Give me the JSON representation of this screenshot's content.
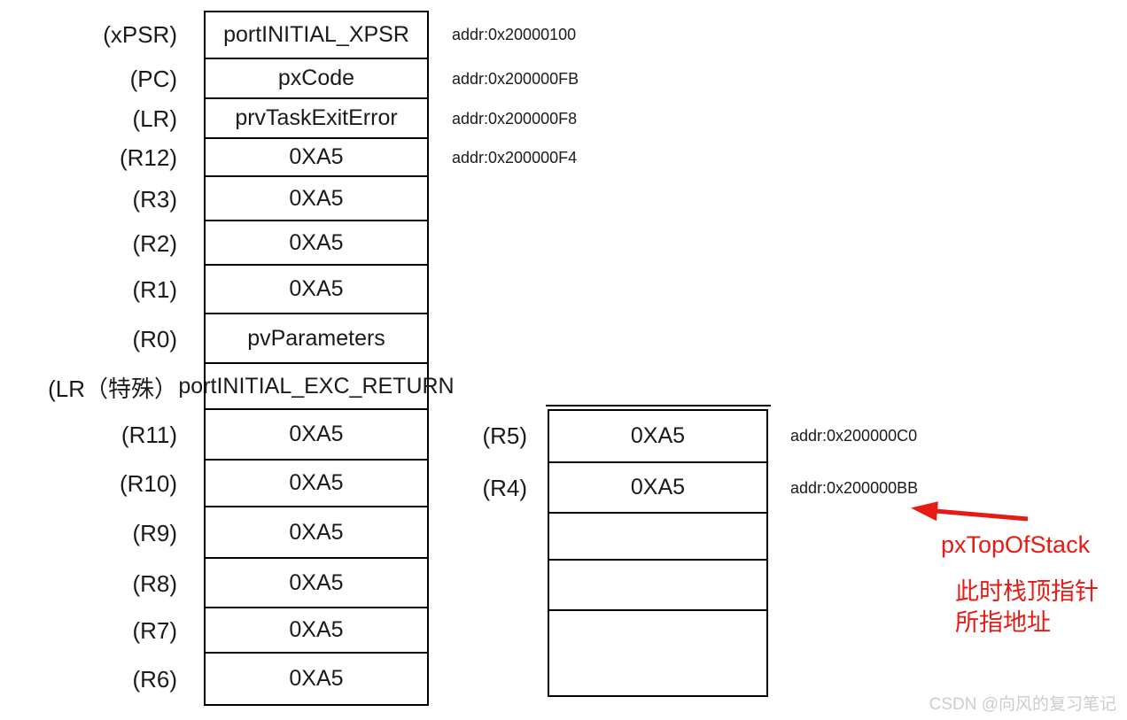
{
  "colors": {
    "accent_red": "#e81a14",
    "border_black": "#000000",
    "watermark_gray": "#cccccc"
  },
  "left_stack": {
    "rows": [
      {
        "reg": "(xPSR)",
        "value": "portINITIAL_XPSR",
        "addr": "addr:0x20000100"
      },
      {
        "reg": "(PC)",
        "value": "pxCode",
        "addr": "addr:0x200000FB"
      },
      {
        "reg": "(LR)",
        "value": "prvTaskExitError",
        "addr": "addr:0x200000F8"
      },
      {
        "reg": "(R12)",
        "value": "0XA5",
        "addr": "addr:0x200000F4"
      },
      {
        "reg": "(R3)",
        "value": "0XA5",
        "addr": ""
      },
      {
        "reg": "(R2)",
        "value": "0XA5",
        "addr": ""
      },
      {
        "reg": "(R1)",
        "value": "0XA5",
        "addr": ""
      },
      {
        "reg": "(R0)",
        "value": "pvParameters",
        "addr": ""
      },
      {
        "reg": "(LR（特殊）",
        "value": "portINITIAL_EXC_RETURN",
        "addr": ""
      },
      {
        "reg": "(R11)",
        "value": "0XA5",
        "addr": ""
      },
      {
        "reg": "(R10)",
        "value": "0XA5",
        "addr": ""
      },
      {
        "reg": "(R9)",
        "value": "0XA5",
        "addr": ""
      },
      {
        "reg": "(R8)",
        "value": "0XA5",
        "addr": ""
      },
      {
        "reg": "(R7)",
        "value": "0XA5",
        "addr": ""
      },
      {
        "reg": "(R6)",
        "value": "0XA5",
        "addr": ""
      }
    ]
  },
  "right_stack": {
    "rows": [
      {
        "reg": "(R5)",
        "value": "0XA5",
        "addr": "addr:0x200000C0"
      },
      {
        "reg": "(R4)",
        "value": "0XA5",
        "addr": "addr:0x200000BB"
      },
      {
        "reg": "",
        "value": "",
        "addr": ""
      },
      {
        "reg": "",
        "value": "",
        "addr": ""
      },
      {
        "reg": "",
        "value": "",
        "addr": ""
      }
    ]
  },
  "annotation": {
    "pointer_label": "pxTopOfStack",
    "note_line1": "此时栈顶指针",
    "note_line2": "所指地址"
  },
  "watermark": "CSDN @向风的复习笔记"
}
